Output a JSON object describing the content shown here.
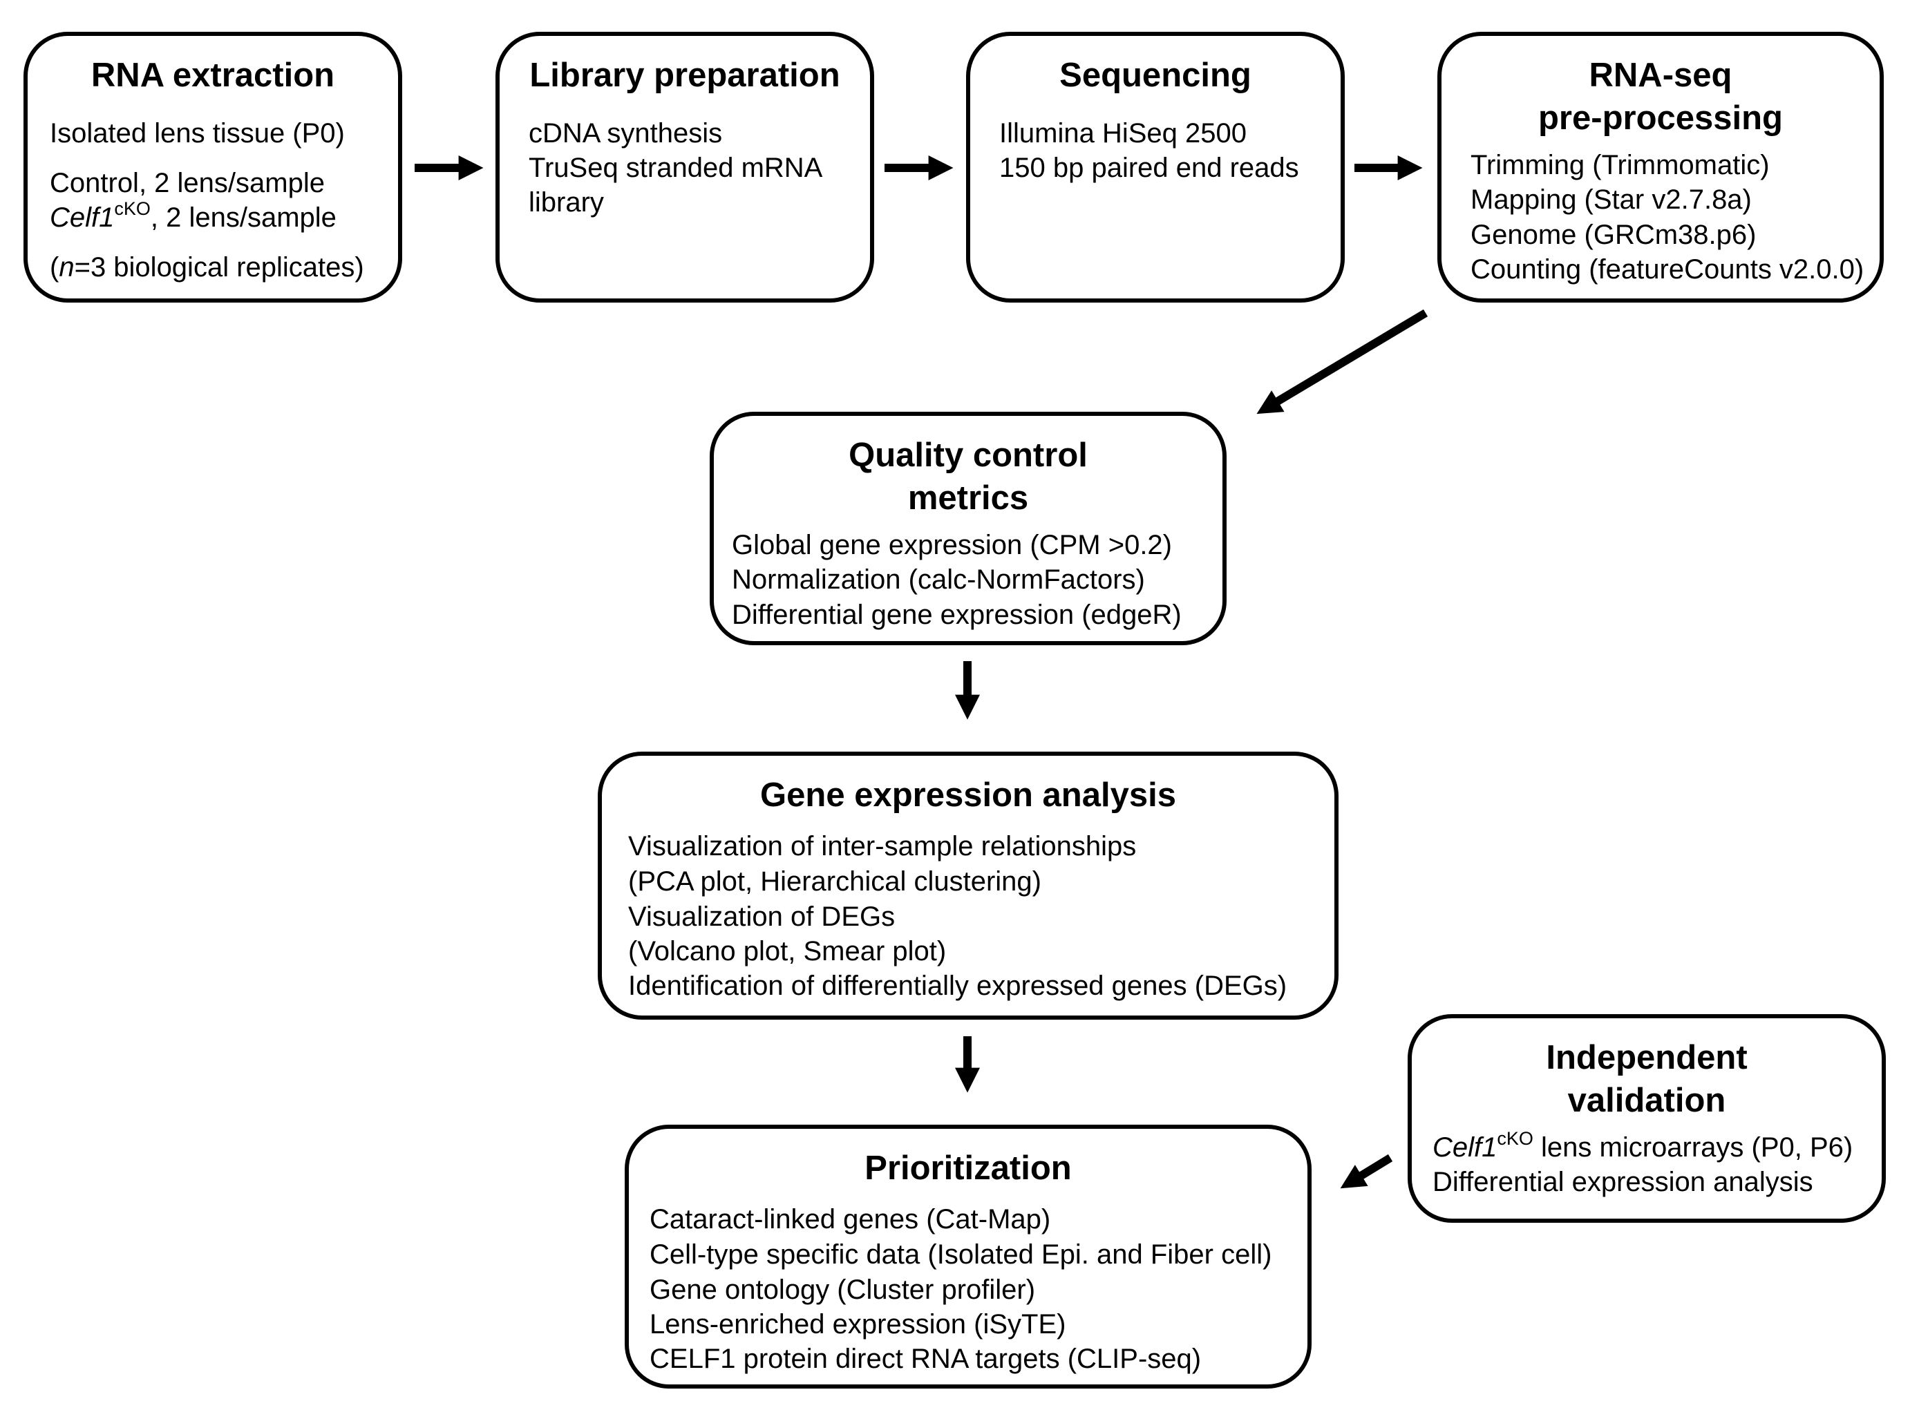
{
  "rna_extraction": {
    "title": "RNA extraction",
    "line1": "Isolated lens tissue (P0)",
    "line2": "Control, 2 lens/sample",
    "line3_gene": "Celf1",
    "line3_sup": "cKO",
    "line3_rest": ", 2 lens/sample",
    "line4_open": "(",
    "line4_n": "n",
    "line4_rest": "=3 biological replicates)"
  },
  "library_preparation": {
    "title": "Library preparation",
    "line1": "cDNA synthesis",
    "line2": "TruSeq stranded mRNA",
    "line3": "library"
  },
  "sequencing": {
    "title": "Sequencing",
    "line1": "Illumina HiSeq 2500",
    "line2": "150 bp paired end reads"
  },
  "preprocessing": {
    "title_line1": "RNA-seq",
    "title_line2": "pre-processing",
    "items": [
      "Trimming (Trimmomatic)",
      "Mapping (Star v2.7.8a)",
      "Genome (GRCm38.p6)",
      "Counting (featureCounts v2.0.0)"
    ]
  },
  "quality_control": {
    "title_line1": "Quality control",
    "title_line2": "metrics",
    "items": [
      "Global gene expression (CPM >0.2)",
      "Normalization (calc-NormFactors)",
      "Differential gene expression (edgeR)"
    ]
  },
  "gene_expression": {
    "title": "Gene expression analysis",
    "items": [
      "Visualization of inter-sample relationships",
      "(PCA plot, Hierarchical clustering)",
      "Visualization of DEGs",
      "(Volcano plot, Smear plot)",
      "Identification of differentially expressed genes (DEGs)"
    ]
  },
  "prioritization": {
    "title": "Prioritization",
    "items": [
      "Cataract-linked genes (Cat-Map)",
      "Cell-type specific data (Isolated Epi. and Fiber cell)",
      "Gene ontology (Cluster profiler)",
      "Lens-enriched expression (iSyTE)",
      "CELF1 protein direct RNA targets (CLIP-seq)"
    ]
  },
  "validation": {
    "title_line1": "Independent",
    "title_line2": "validation",
    "line1_gene": "Celf1",
    "line1_sup": "cKO",
    "line1_rest": " lens microarrays (P0, P6)",
    "line2": "Differential expression analysis"
  }
}
